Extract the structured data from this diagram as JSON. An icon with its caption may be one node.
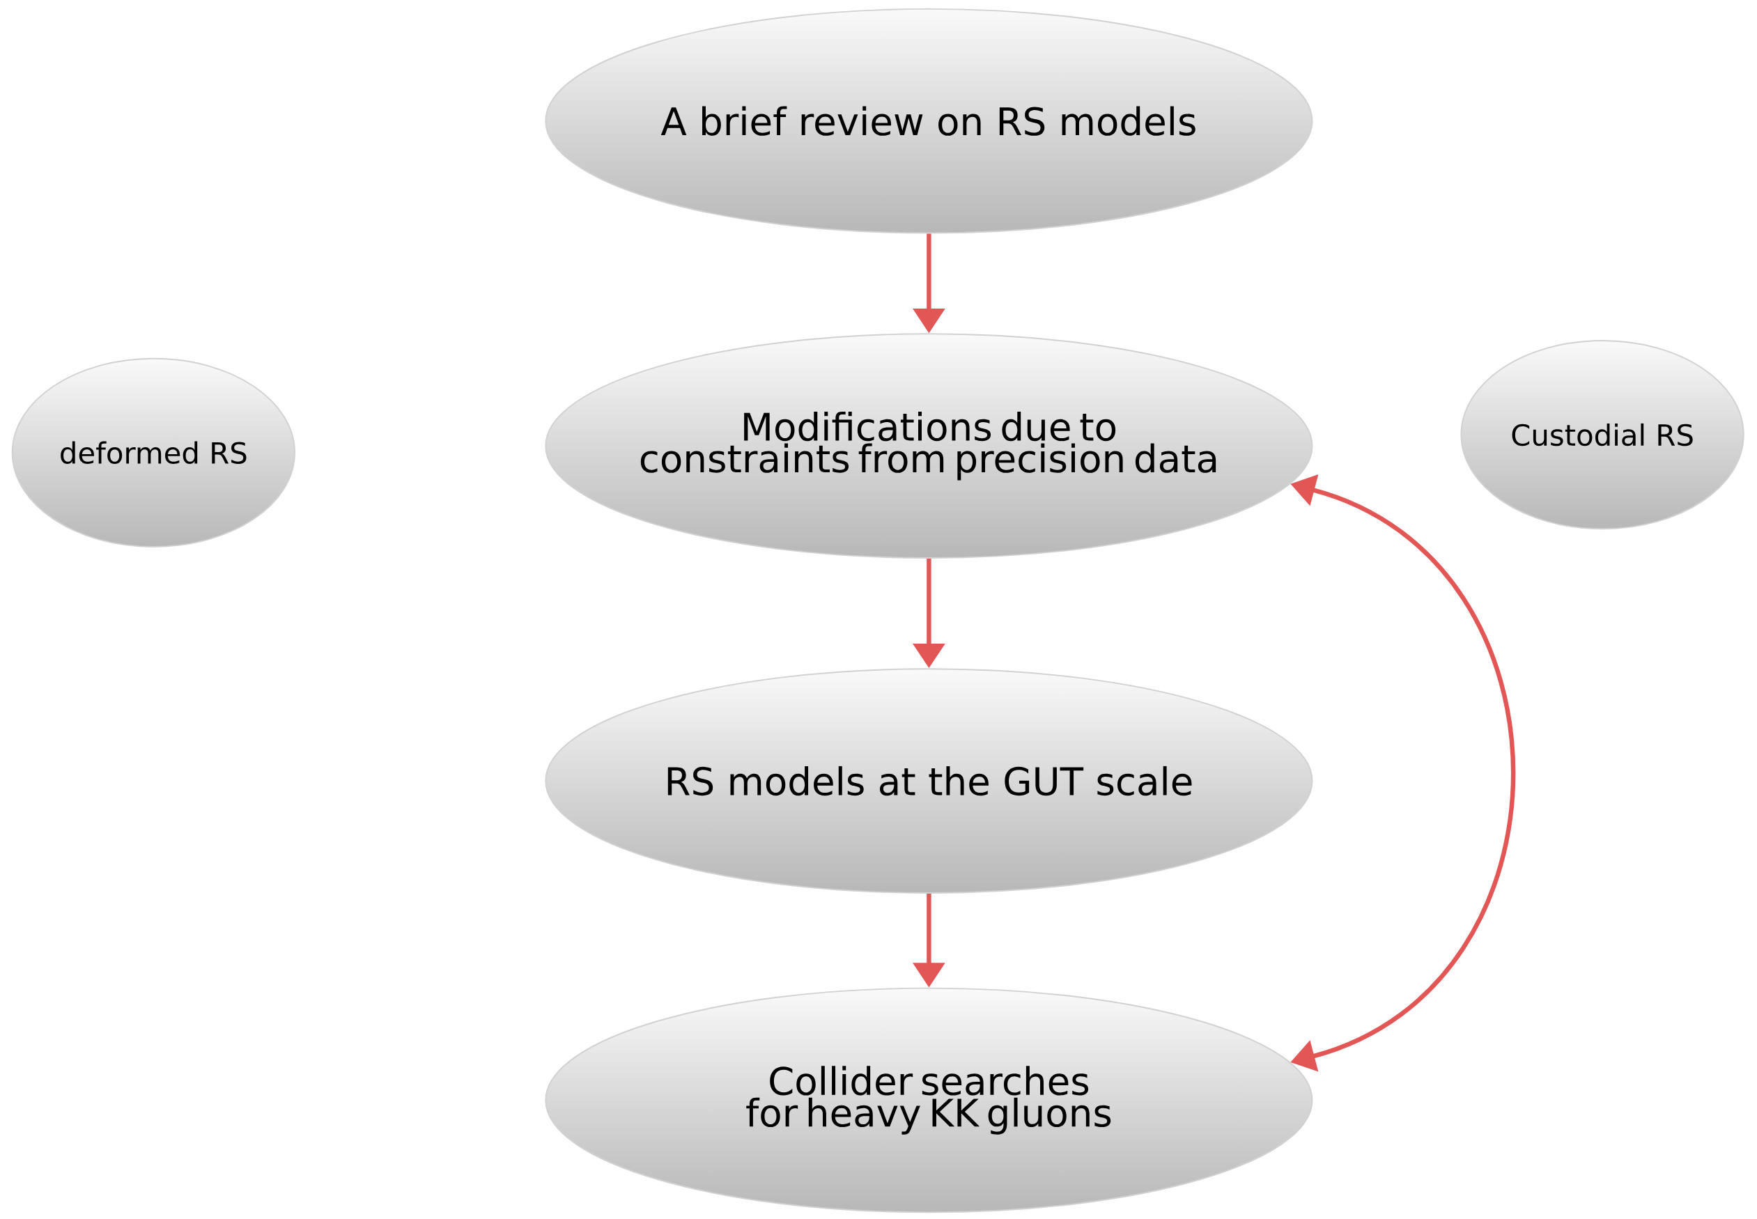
{
  "diagram": {
    "nodes": [
      {
        "text": [
          "A brief review on RS models"
        ]
      },
      {
        "text": [
          "Modifications due to constraints from precision data"
        ]
      },
      {
        "text": [
          "RS models at the GUT scale"
        ]
      },
      {
        "text": [
          "Collider searches for heavy KK gluons"
        ]
      },
      {
        "text": [
          "deformed RS"
        ]
      },
      {
        "text": [
          "Custodial RS"
        ]
      }
    ],
    "edges": [
      {
        "from": 0,
        "to": 1,
        "arrow": "to"
      },
      {
        "from": 1,
        "to": 2,
        "arrow": "to"
      },
      {
        "from": 2,
        "to": 3,
        "arrow": "to"
      },
      {
        "from": 1,
        "to": 3,
        "arrow": "both"
      }
    ]
  }
}
